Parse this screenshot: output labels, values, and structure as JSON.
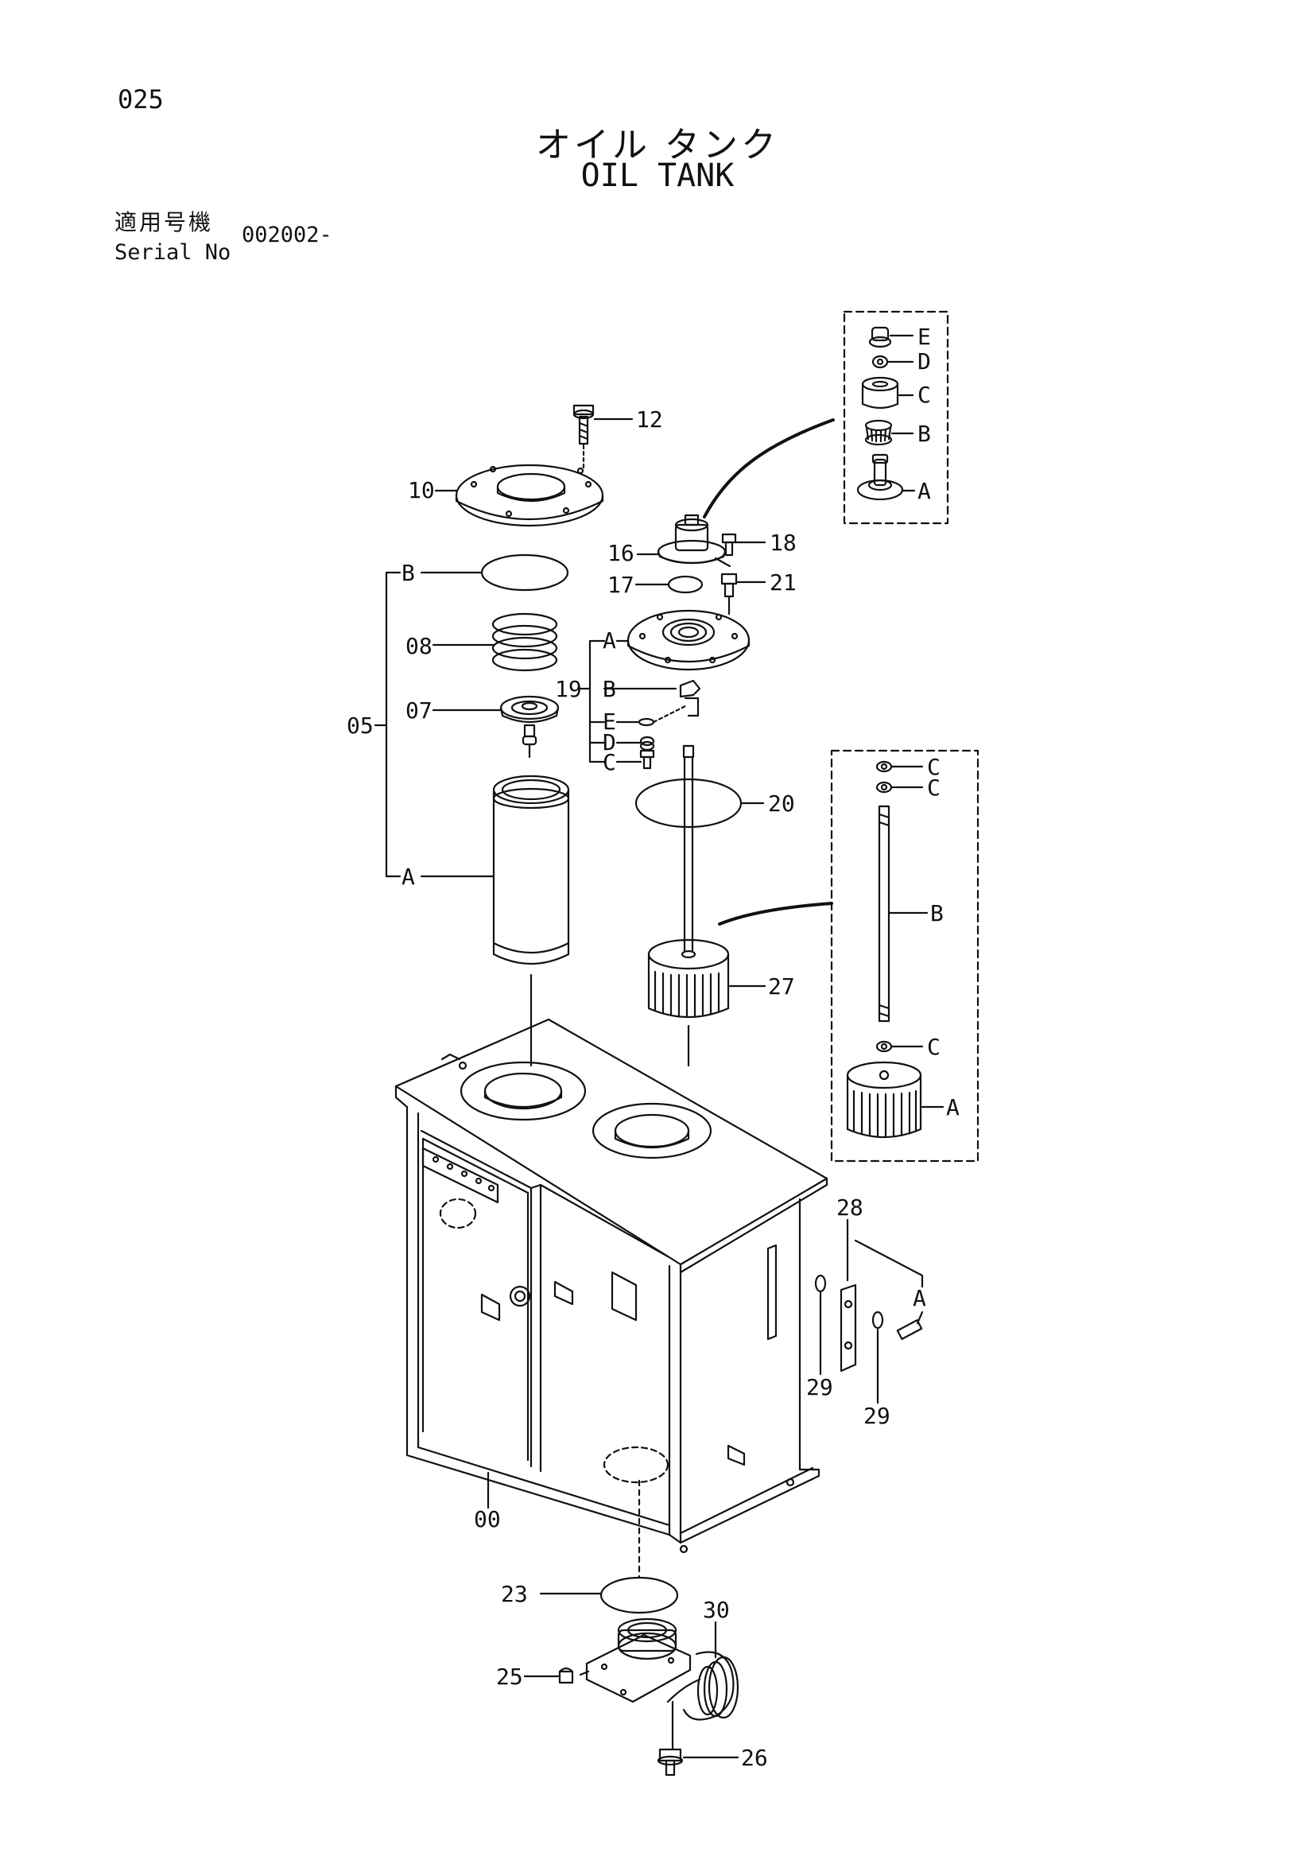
{
  "header": {
    "page_number": "025",
    "title_jp": "オイル タンク",
    "title_en": "OIL TANK",
    "serial_label_jp": "適用号機",
    "serial_label_en": "Serial No",
    "serial_value": "002002-"
  },
  "callouts": {
    "p12": "12",
    "p10": "10",
    "p18": "18",
    "p16": "16",
    "p17": "17",
    "p21": "21",
    "p08": "08",
    "p07": "07",
    "p05": "05",
    "p19": "19",
    "p20": "20",
    "p27": "27",
    "p28": "28",
    "p29a": "29",
    "p29b": "29",
    "p00": "00",
    "p23": "23",
    "p30": "30",
    "p25": "25",
    "p26": "26",
    "sub05_B": "B",
    "sub05_A": "A",
    "sub19_A": "A",
    "sub19_B": "B",
    "sub19_E": "E",
    "sub19_D": "D",
    "sub19_C": "C",
    "box1_E": "E",
    "box1_D": "D",
    "box1_C": "C",
    "box1_B": "B",
    "box1_A": "A",
    "box2_C1": "C",
    "box2_C2": "C",
    "box2_B": "B",
    "box2_C3": "C",
    "box2_A": "A",
    "sub28_A": "A"
  }
}
